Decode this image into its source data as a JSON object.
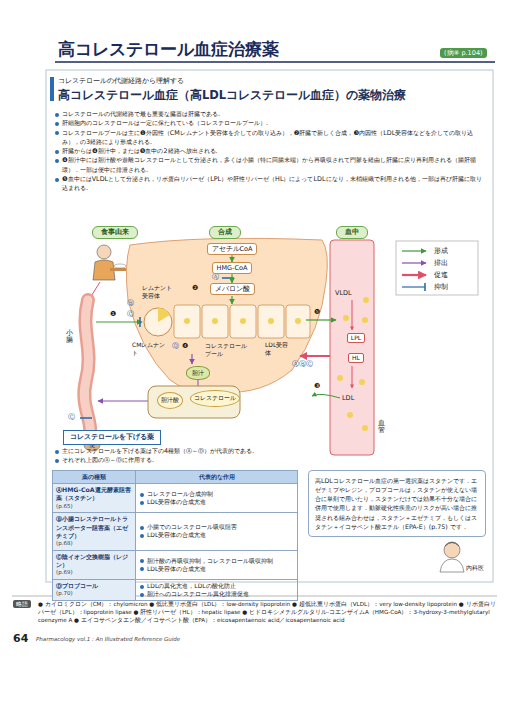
{
  "diagram": {
    "title": "高コレステロール血症治療薬",
    "nodes": [
      {
        "text": [
          "食事由来"
        ]
      },
      {
        "text": [
          "合成"
        ]
      },
      {
        "text": [
          "血中"
        ]
      },
      {
        "text": [
          "アセチルCoA"
        ]
      },
      {
        "text": [
          "HMG-CoA"
        ]
      },
      {
        "text": [
          "メバロン酸"
        ]
      },
      {
        "text": [
          "胆汁"
        ]
      },
      {
        "text": [
          "胆汁酸"
        ]
      },
      {
        "text": [
          "コレステロール"
        ]
      },
      {
        "text": [
          "LPL"
        ]
      },
      {
        "text": [
          "HL"
        ]
      },
      {
        "text": [
          "コレステロールを下げる薬"
        ]
      },
      {
        "text": [
          "高LDLコレステロール血症の第一選択薬はスタチンです．エゼチミブやレジン，プロブコールは，スタチンが使えない場合に単剤で用いたり，スタチンだけでは効果不十分な場合に併用で使用します．動脈硬化性疾患のリスクが高い場合に推奨される組み合わせは，スタチン＋エゼチミブ，もしくはスタチン＋イコサペント酸エチル（EPA-E）(p.75) です．"
        ]
      }
    ],
    "edges": [
      {
        "from": 3,
        "to": 4,
        "arrow": "to"
      },
      {
        "from": 4,
        "to": 5,
        "arrow": "to"
      }
    ],
    "labels": [
      "(病⑧ p.104)",
      "コレステロールの代謝経路から理解する",
      "高コレステロール血症（高LDLコレステロール血症）の薬物治療",
      "コレステロールの代謝経路で最も重要な臓器は肝臓である.",
      "肝細胞内のコレステロールは一定に保たれている（コレステロールプール）.",
      "コレステロールプールは主に❶外因性（CMレムナント受容体を介しての取り込み），❷肝臓で新しく合成，❸内因性（LDL受容体などを介しての取り込み），の3経路により形成される.",
      "肝臓からは❹胆汁中，または❺血中の2経路へ放出される.",
      "❹胆汁中には胆汁酸や遊離コレステロールとして分泌され，多くは小腸（特に回腸末端）から再吸収されて門脈を経由し肝臓に戻り再利用される（腸肝循環）．一部は便中に排泄される.",
      "❺血中にはVLDLとして分泌され，リポ蛋白リパーゼ（LPL）や肝性リパーゼ（HL）によってLDLになり，末梢組織で利用される他，一部は再び肝臓に取り込まれる.",
      "レムナント受容体",
      "Ⓑ",
      "❶",
      "Ⓒ",
      "CMレムナント",
      "Ⓓ",
      "❹",
      "コレステロールプール",
      "LDL受容体",
      "Ⓐ",
      "❷",
      "ⒶⒷⒸ",
      "❸",
      "VLDL",
      "❺",
      "LDL",
      "小腸",
      "血管",
      "便",
      "Ⓒ",
      "主にコレステロールを下げる薬は下の4種類（Ⓐ～Ⓓ）が代表的である.",
      "それぞれ上図のⒶ～Ⓓに作用する.",
      "薬の種類",
      "代表的な作用",
      "ⒶHMG-CoA還元酵素阻害薬（スタチン）",
      "(p.65)",
      "コレステロール合成抑制",
      "LDL受容体の合成亢進",
      "Ⓑ小腸コレステロールトランスポーター阻害薬（エゼチミブ）",
      "(p.68)",
      "小腸でのコレステロール吸収阻害",
      "LDL受容体の合成亢進",
      "Ⓒ陰イオン交換樹脂（レジン）",
      "(p.69)",
      "胆汁酸の再吸収抑制，コレステロール吸収抑制",
      "LDL受容体の合成亢進",
      "Ⓓプロブコール",
      "(p.70)",
      "LDLの異化亢進，LDLの酸化防止",
      "胆汁へのコレステロール異化排泄促進",
      "内科医",
      "略語",
      "● カイロミクロン（CM）：chylomicron ● 低比重リポ蛋白（LDL）：low-density lipoprotein ● 超低比重リポ蛋白（VLDL）：very low-density lipoprotein ● リポ蛋白リパーゼ（LPL）：lipoprotein lipase ● 肝性リパーゼ（HL）：hepatic lipase ● ヒドロキシメチルグルタリル-コエンザイムA（HMG-CoA）：3-hydroxy-3-methylglutaryl coenzyme A ● エイコサペンタエン酸／イコサペント酸（EPA）：eicosapentaenoic acid／icosapentaenoic acid",
      "64",
      "Pharmacology vol.1 : An Illustrated Reference Guide"
    ],
    "legend": [
      {
        "text": "形成"
      },
      {
        "text": "排出"
      },
      {
        "text": "促進"
      },
      {
        "text": "抑制"
      }
    ]
  }
}
